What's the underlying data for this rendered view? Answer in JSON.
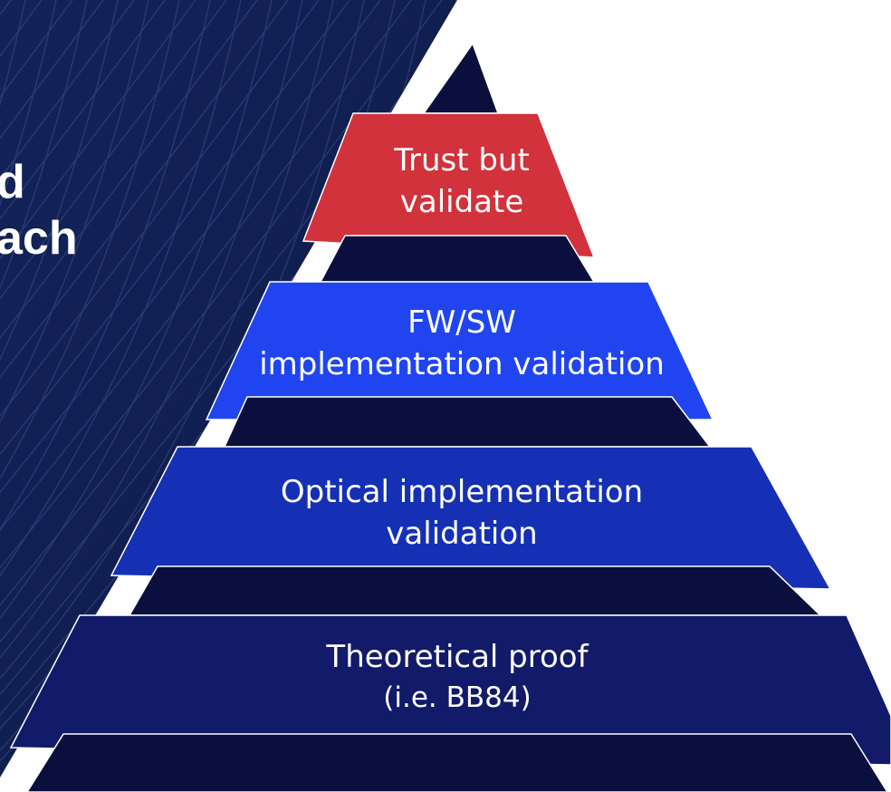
{
  "slide": {
    "title_fragment_line1": "d",
    "title_fragment_line2": "ach",
    "background_color": "#13235a",
    "pattern_color": "#3a5090"
  },
  "pyramid": {
    "base_color": "#0a0f3d",
    "edge_color": "#ffffff",
    "tiers": [
      {
        "id": "trust",
        "line1": "Trust but",
        "line2": "validate",
        "color": "#d2323b"
      },
      {
        "id": "fwsw",
        "line1": "FW/SW",
        "line2": "implementation validation",
        "color": "#2045f0"
      },
      {
        "id": "optical",
        "line1": "Optical implementation",
        "line2": "validation",
        "color": "#1530b5"
      },
      {
        "id": "theory",
        "line1": "Theoretical proof",
        "line2": "(i.e. BB84)",
        "color": "#121a6a"
      }
    ]
  }
}
